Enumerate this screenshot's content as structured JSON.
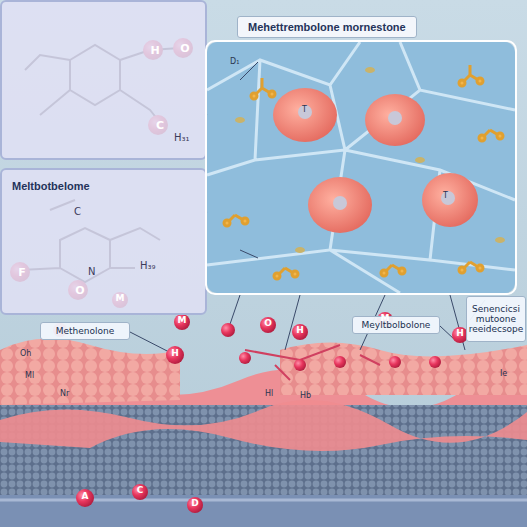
{
  "diagram": {
    "nodes": [
      {
        "text": [
          "H",
          "O",
          "C",
          "H₃₁"
        ]
      },
      {
        "text": [
          "Meltbotbelome",
          "C",
          "F",
          "N",
          "O",
          "H₃₉"
        ]
      },
      {
        "text": [
          "Mehettrembolone mornestone"
        ]
      },
      {
        "text": [
          "Methenolone"
        ]
      },
      {
        "text": [
          "Meyltbolbolone"
        ]
      },
      {
        "text": [
          "Senencicsi mutoone reeidecsope"
        ]
      }
    ],
    "edges": [
      {
        "from": 0,
        "to": 2,
        "arrow": "none"
      },
      {
        "from": 1,
        "to": 2,
        "arrow": "none"
      }
    ],
    "labels": [
      "D₁",
      "T",
      "T",
      "M",
      "O",
      "H",
      "M",
      "H",
      "Oh",
      "Ml",
      "Nr",
      "Hl",
      "Hb",
      "Ie",
      "M",
      "A",
      "C",
      "D",
      "H"
    ]
  }
}
